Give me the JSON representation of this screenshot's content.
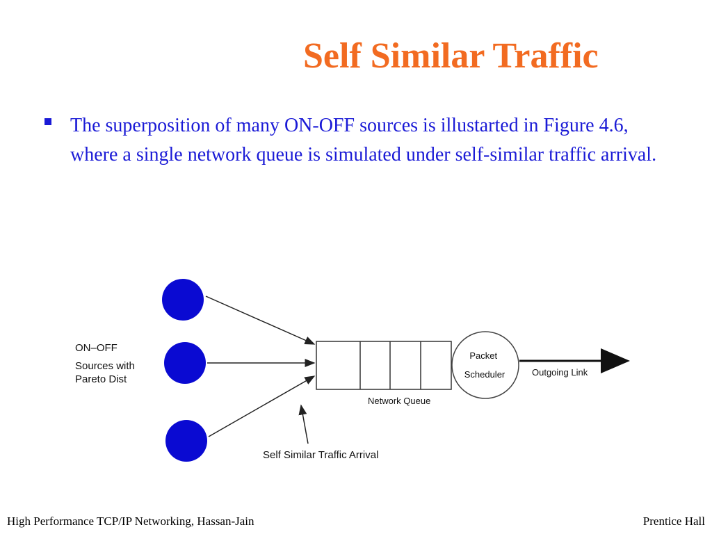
{
  "slide": {
    "title": "Self Similar Traffic",
    "bullet": "The superposition of many ON-OFF sources is illustarted in Figure 4.6, where a single network queue is simulated under self-similar traffic arrival."
  },
  "diagram": {
    "sources_label_lines": [
      "ON–OFF",
      "Sources with",
      "Pareto Dist"
    ],
    "queue_label": "Network Queue",
    "scheduler_label_lines": [
      "Packet",
      "Scheduler"
    ],
    "link_label": "Outgoing Link",
    "arrival_label": "Self Similar Traffic  Arrival",
    "colors": {
      "source_fill": "#0a0ad2",
      "line": "#222222"
    }
  },
  "footer": {
    "left": "High Performance TCP/IP Networking, Hassan-Jain",
    "right": "Prentice Hall"
  }
}
